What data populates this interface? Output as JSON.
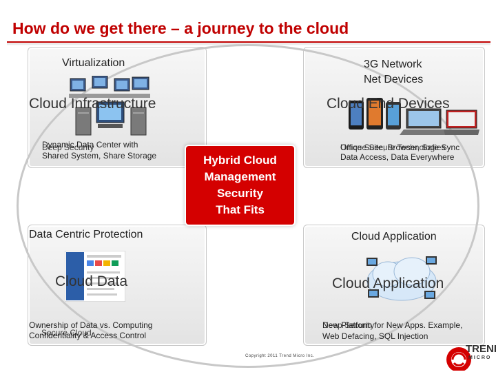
{
  "slide": {
    "title": "How do we get there – a journey to the cloud"
  },
  "center": {
    "lines": [
      "Hybrid Cloud",
      "Management",
      "Security",
      "That Fits"
    ]
  },
  "top_left": {
    "heading": "Virtualization",
    "big_label": "Cloud Infrastructure",
    "detail_line1_a": "Dynamic Data Center with",
    "detail_line1_b": "Deep Security",
    "detail_line2": "Shared System, Share Storage"
  },
  "top_right": {
    "heading_line1": "3G Network",
    "heading_line2": "Net Devices",
    "big_label": "Cloud End Devices",
    "detail_line1_a": "Office Suite, Browser, Safe Sync",
    "detail_line1_b": "Unique Secure Technologies",
    "detail_line2": "Data Access, Data Everywhere"
  },
  "bottom_left": {
    "heading": "Data Centric Protection",
    "big_label": "Cloud Data",
    "detail_line1": "Ownership of Data vs. Computing",
    "detail_line2_a": "Confidentiality & Access Control",
    "detail_line2_b": "Secure Cloud"
  },
  "bottom_right": {
    "heading": "Cloud  Application",
    "big_label": "Cloud Application",
    "detail_line1_a": "New Platform for New Apps. Example,",
    "detail_line1_b": "Deep Security",
    "detail_line2": "Web Defacing, SQL Injection"
  },
  "footer": {
    "copyright": "Copyright 2011 Trend Micro Inc.",
    "logo_text": "TREND",
    "logo_subtext": "MICRO"
  },
  "colors": {
    "title": "#c00000",
    "center_box": "#d40000",
    "quadrant_bg": "#eeeeee"
  }
}
